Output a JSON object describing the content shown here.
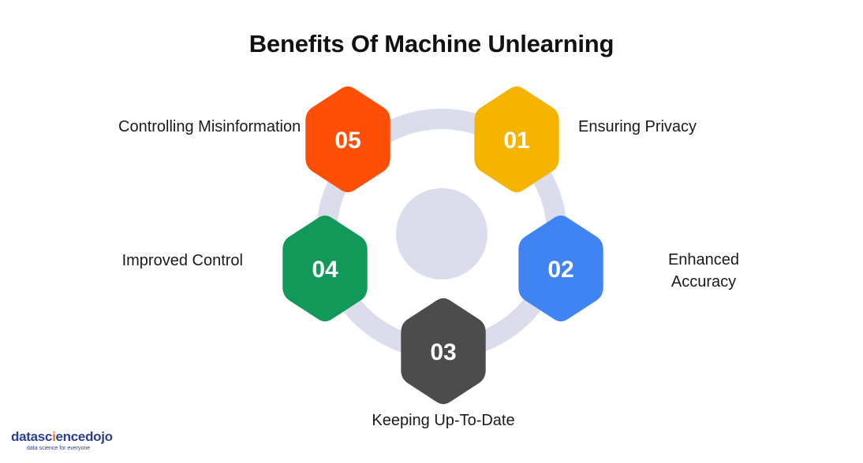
{
  "title": "Benefits Of Machine Unlearning",
  "items": [
    {
      "number": "01",
      "label": "Ensuring Privacy",
      "color": "#F5B400"
    },
    {
      "number": "02",
      "label": "Enhanced Accuracy",
      "color": "#3F84F2"
    },
    {
      "number": "03",
      "label": "Keeping Up-To-Date",
      "color": "#4C4C4C"
    },
    {
      "number": "04",
      "label": "Improved Control",
      "color": "#12995A"
    },
    {
      "number": "05",
      "label": "Controlling Misinformation",
      "color": "#FD5006"
    }
  ],
  "ring_color": "#DCDDEC",
  "logo": {
    "text_part1": "datasc",
    "text_part2": "ence",
    "text_part3": "dojo",
    "tagline": "data science for everyone",
    "colors": {
      "navy": "#2C3E91",
      "orange": "#FF6A13"
    }
  }
}
